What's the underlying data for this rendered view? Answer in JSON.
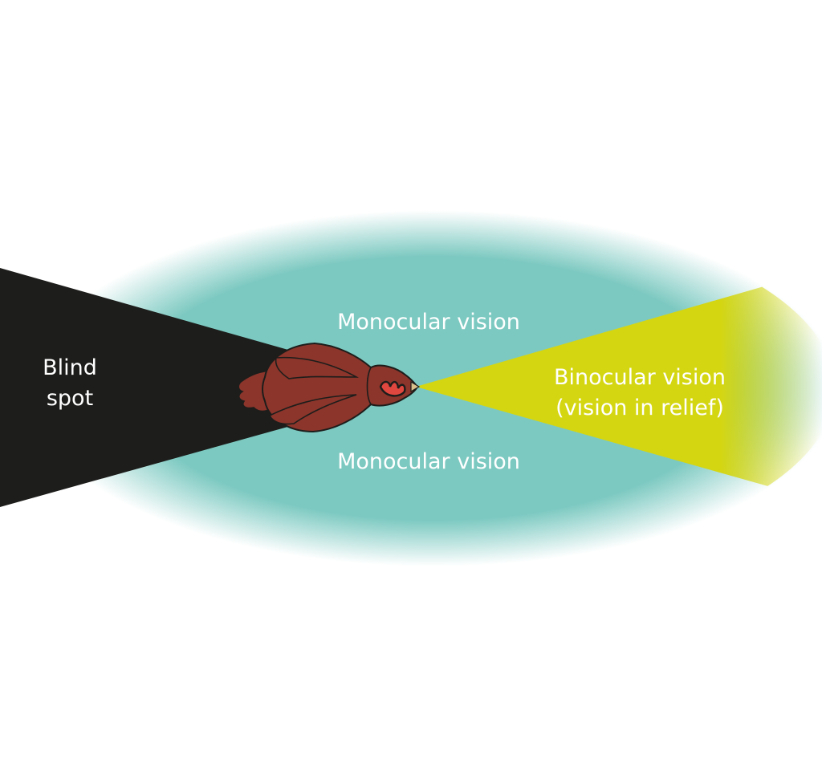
{
  "labels": {
    "monocular_top": "Monocular vision",
    "monocular_bottom": "Monocular vision",
    "blind_spot_line1": "Blind",
    "blind_spot_line2": "spot",
    "binocular_line1": "Binocular vision",
    "binocular_line2": "(vision in relief)"
  },
  "colors": {
    "monocular_field": "#7cc9c1",
    "blind_spot": "#1d1d1b",
    "binocular_field": "#d4d612",
    "bird_body": "#8b352b",
    "bird_outline": "#1d1d1b",
    "label_text": "#ffffff"
  },
  "icons": {
    "bird": "bird-top-view-icon"
  }
}
